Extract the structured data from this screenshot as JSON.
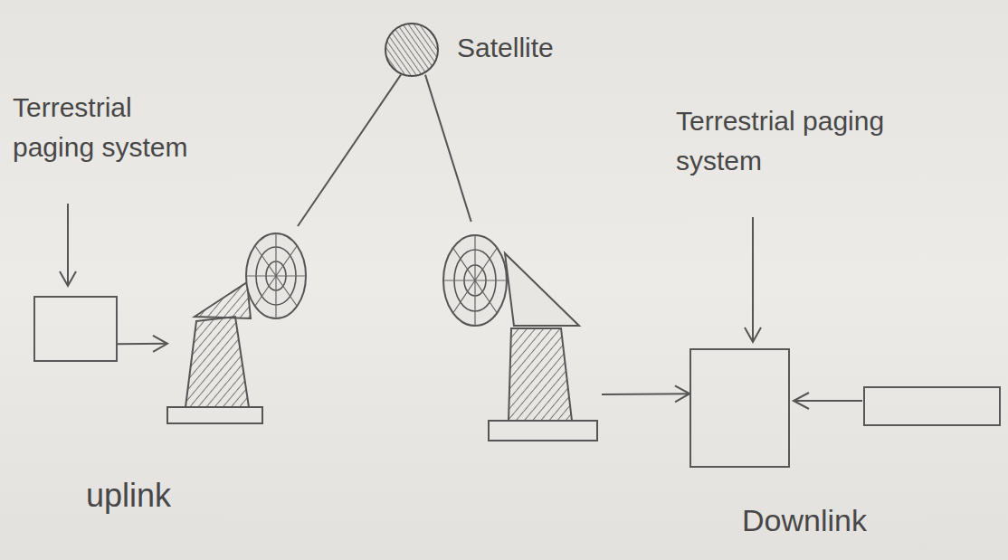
{
  "diagram": {
    "nodes": [
      {
        "text": [
          "Satellite"
        ]
      },
      {
        "text": [
          "Terrestrial paging system"
        ]
      },
      {
        "text": [
          "uplink"
        ]
      },
      {
        "text": [
          "Downlink"
        ]
      },
      {
        "text": [
          "Terrestrial paging system"
        ]
      }
    ],
    "edges": [
      {
        "from": 1,
        "to": 2,
        "arrow": "to"
      },
      {
        "from": 0,
        "to": 2,
        "arrow": "none"
      },
      {
        "from": 0,
        "to": 3,
        "arrow": "none"
      },
      {
        "from": 3,
        "to": 4,
        "arrow": "to"
      }
    ]
  }
}
